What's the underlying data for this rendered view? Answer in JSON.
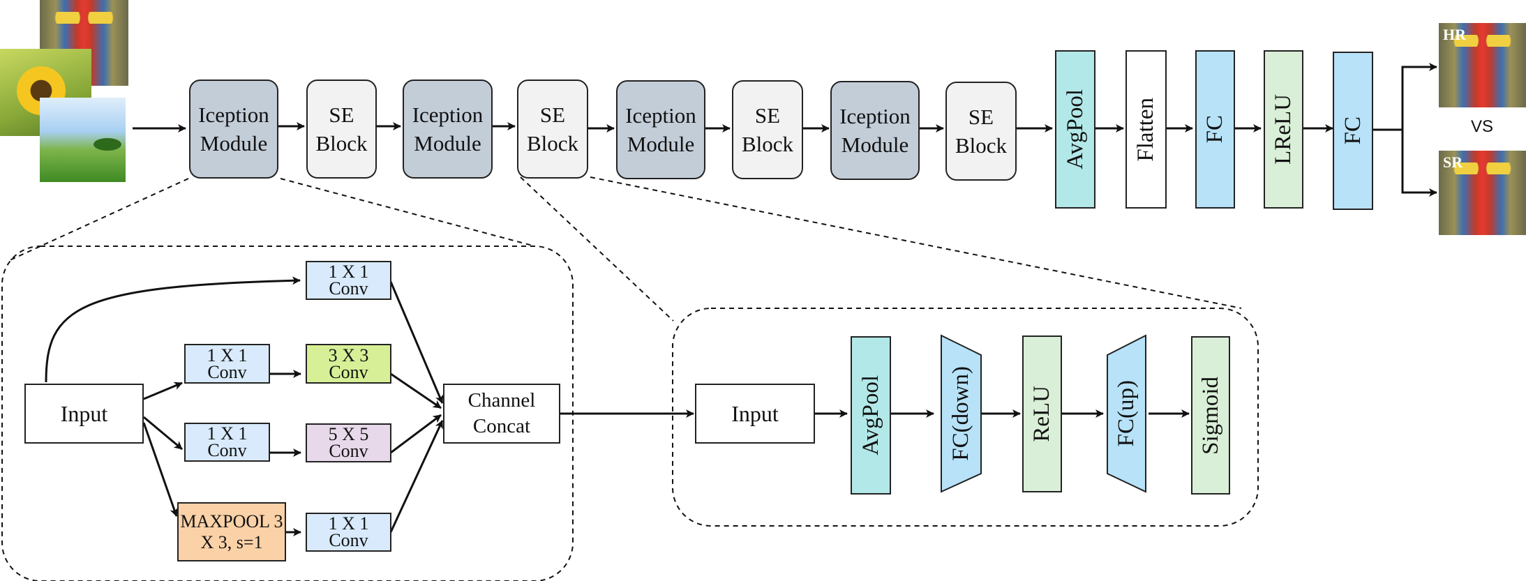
{
  "top_row": {
    "inception_label": "Iception Module",
    "se_label": "SE Block",
    "head": {
      "avgpool": "AvgPool",
      "flatten": "Flatten",
      "fc1": "FC",
      "lrelu": "LReLU",
      "fc2": "FC"
    },
    "outputs": {
      "hr": "HR",
      "sr": "SR",
      "vs": "VS"
    }
  },
  "inception_detail": {
    "input": "Input",
    "branch1": "1 X 1 Conv",
    "branch2_a": "1 X 1 Conv",
    "branch2_b": "3 X 3 Conv",
    "branch3_a": "1 X 1 Conv",
    "branch3_b": "5 X 5 Conv",
    "branch4_a": "MAXPOOL 3 X 3, s=1",
    "branch4_b": "1 X 1 Conv",
    "concat": "Channel Concat"
  },
  "se_detail": {
    "input": "Input",
    "avgpool": "AvgPool",
    "fc_down": "FC(down)",
    "relu": "ReLU",
    "fc_up": "FC(up)",
    "sigmoid": "Sigmoid"
  },
  "colors": {
    "inception": "#c3cdd8",
    "se_block": "#f2f2f2",
    "avgpool": "#b3e8e8",
    "fc": "#b7e2f8",
    "lrelu": "#d9efd7",
    "conv_1x1": "#d8eafb",
    "conv_3x3": "#d7f097",
    "conv_5x5": "#e7d9ea",
    "maxpool": "#fbd2a8"
  },
  "icons": [
    "mandrill-thumbnail",
    "sunflower-thumbnail",
    "landscape-thumbnail"
  ]
}
